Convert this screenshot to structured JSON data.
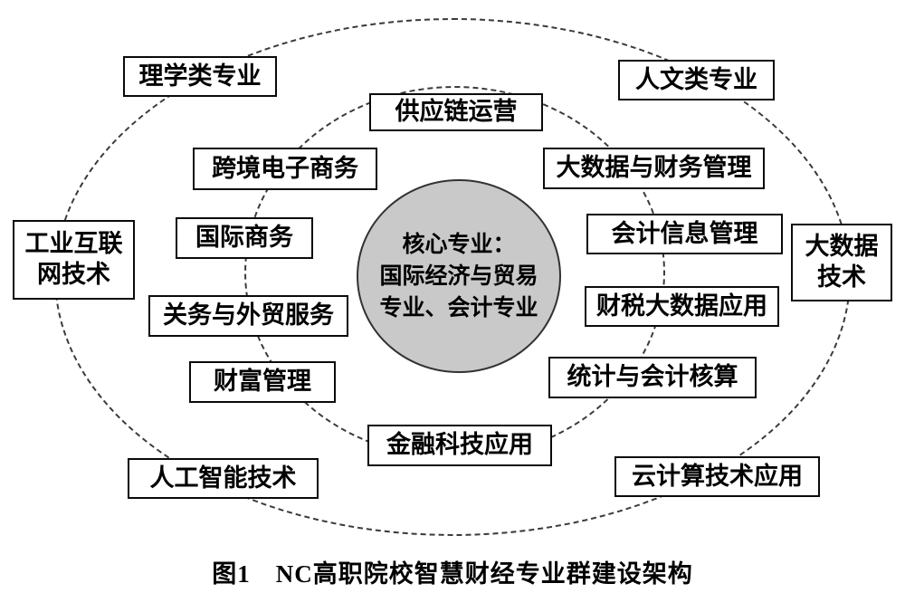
{
  "figure": {
    "caption": "图1　NC高职院校智慧财经专业群建设架构"
  },
  "core": {
    "lines": [
      "核心专业：",
      "国际经济与贸易",
      "专业、会计专业"
    ]
  },
  "inner_ring": [
    {
      "label": "供应链运营"
    },
    {
      "label": "跨境电子商务"
    },
    {
      "label": "大数据与财务管理"
    },
    {
      "label": "国际商务"
    },
    {
      "label": "会计信息管理"
    },
    {
      "label": "关务与外贸服务"
    },
    {
      "label": "财税大数据应用"
    },
    {
      "label": "财富管理"
    },
    {
      "label": "统计与会计核算"
    },
    {
      "label": "金融科技应用"
    }
  ],
  "outer_ring": [
    {
      "label": "理学类专业"
    },
    {
      "label": "人文类专业"
    },
    {
      "label": "工业互联网技术"
    },
    {
      "label": "大数据技术"
    },
    {
      "label": "人工智能技术"
    },
    {
      "label": "云计算技术应用"
    }
  ]
}
